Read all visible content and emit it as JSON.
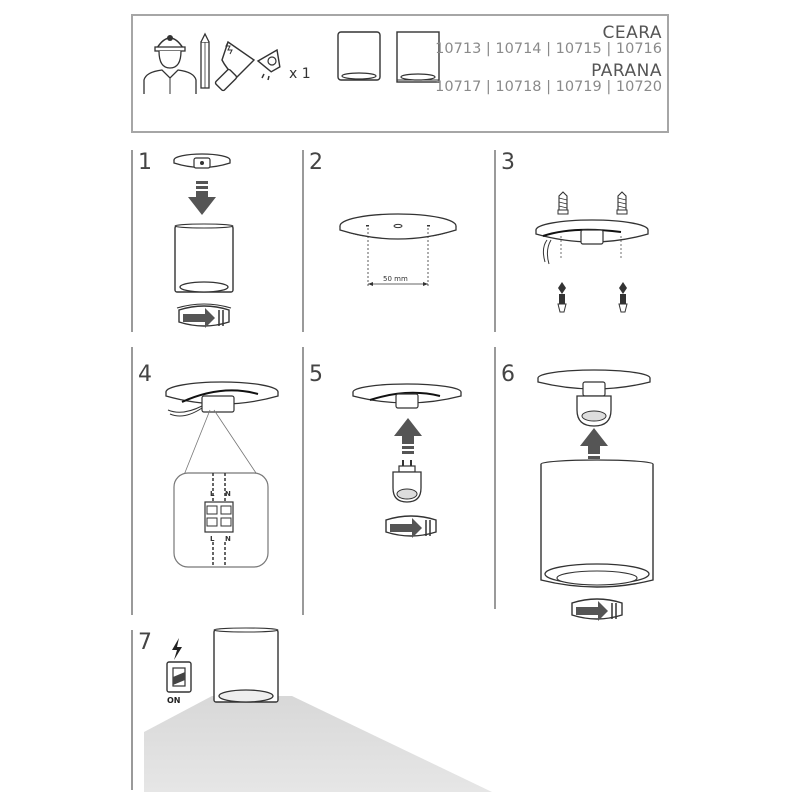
{
  "header": {
    "tools_quantity": "x 1",
    "models": [
      {
        "name": "CEARA",
        "codes": "10713 | 10714 | 10715 | 10716"
      },
      {
        "name": "PARANA",
        "codes": "10717 | 10718 | 10719 | 10720"
      }
    ]
  },
  "steps": [
    {
      "number": "1"
    },
    {
      "number": "2",
      "dimension": "50 mm"
    },
    {
      "number": "3"
    },
    {
      "number": "4",
      "terminal_top": [
        "L",
        "N"
      ],
      "terminal_bottom": [
        "L",
        "N"
      ]
    },
    {
      "number": "5"
    },
    {
      "number": "6"
    },
    {
      "number": "7",
      "switch_label": "ON"
    }
  ],
  "colors": {
    "line": "#9a9a9a",
    "arrow": "#555555",
    "body": "#ffffff",
    "stroke": "#333333"
  }
}
